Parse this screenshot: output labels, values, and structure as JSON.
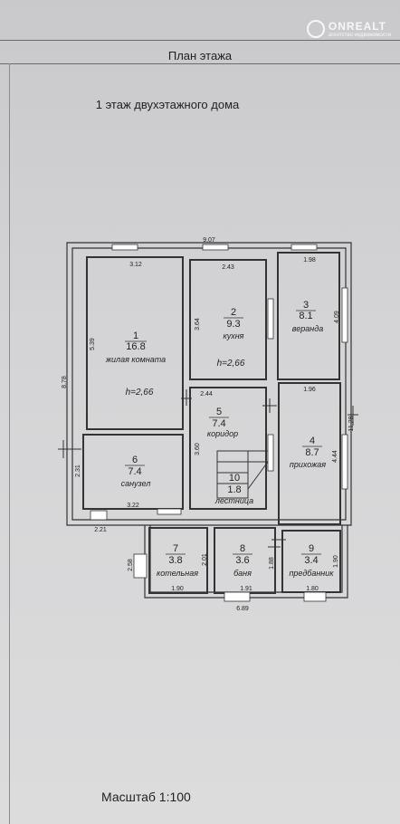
{
  "header": {
    "title": "План этажа",
    "subtitle": "1 этаж двухэтажного дома"
  },
  "footer": {
    "scale": "Масштаб 1:100"
  },
  "watermark": {
    "text": "ONREALT",
    "small": "агентство недвижимости"
  },
  "rooms": [
    {
      "num": "1",
      "area": "16.8",
      "name": "жилая комната",
      "height": "h=2,66"
    },
    {
      "num": "2",
      "area": "9.3",
      "name": "кухня",
      "height": "h=2,66"
    },
    {
      "num": "3",
      "area": "8.1",
      "name": "веранда"
    },
    {
      "num": "4",
      "area": "8.7",
      "name": "прихожая"
    },
    {
      "num": "5",
      "area": "7.4",
      "name": "коридор"
    },
    {
      "num": "6",
      "area": "7.4",
      "name": "санузел"
    },
    {
      "num": "7",
      "area": "3.8",
      "name": "котельная"
    },
    {
      "num": "8",
      "area": "3.6",
      "name": "баня"
    },
    {
      "num": "9",
      "area": "3.4",
      "name": "предбанник"
    },
    {
      "num": "10",
      "area": "1.8",
      "name": "лестница"
    }
  ],
  "dims": {
    "top": "9.07",
    "left": "8.78",
    "right": "11.28",
    "bottom": "6.89",
    "r1_top": "3.12",
    "r1_side": "5.39",
    "r2_top": "2.43",
    "r2_side": "3.64",
    "r3_top": "1.98",
    "r3_side": "4.09",
    "r4_top": "1.96",
    "r4_side": "4.44",
    "r5_top": "2.44",
    "r5_side": "3.60",
    "r6_side": "2.31",
    "r6_bottom": "3.22",
    "step": "2.21",
    "r7_side": "2.58",
    "r7_side2": "2.01",
    "r7_bottom": "1.90",
    "r8_side": "1.88",
    "r8_bottom": "1.91",
    "r9_side": "1.90",
    "r9_bottom": "1.80"
  }
}
